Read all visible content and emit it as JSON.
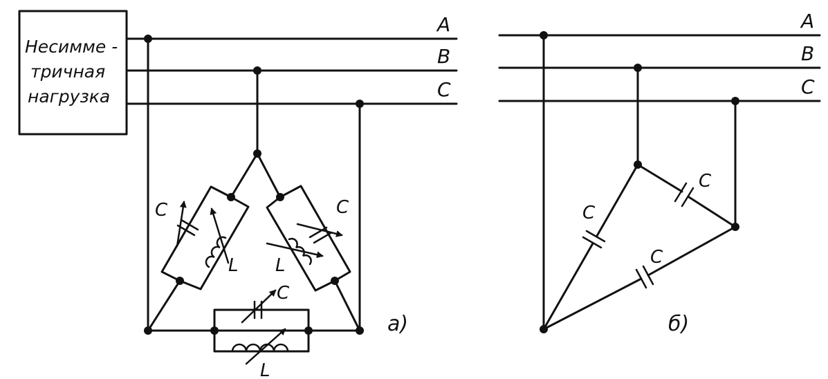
{
  "load_box": {
    "lines": [
      "Несимме -",
      "тричная",
      "нагрузка"
    ]
  },
  "phases": [
    "A",
    "B",
    "C"
  ],
  "panel_a": {
    "label": "а)",
    "capacitor_label": "C",
    "inductor_label": "L"
  },
  "panel_b": {
    "label": "б)",
    "capacitor_label": "C"
  }
}
